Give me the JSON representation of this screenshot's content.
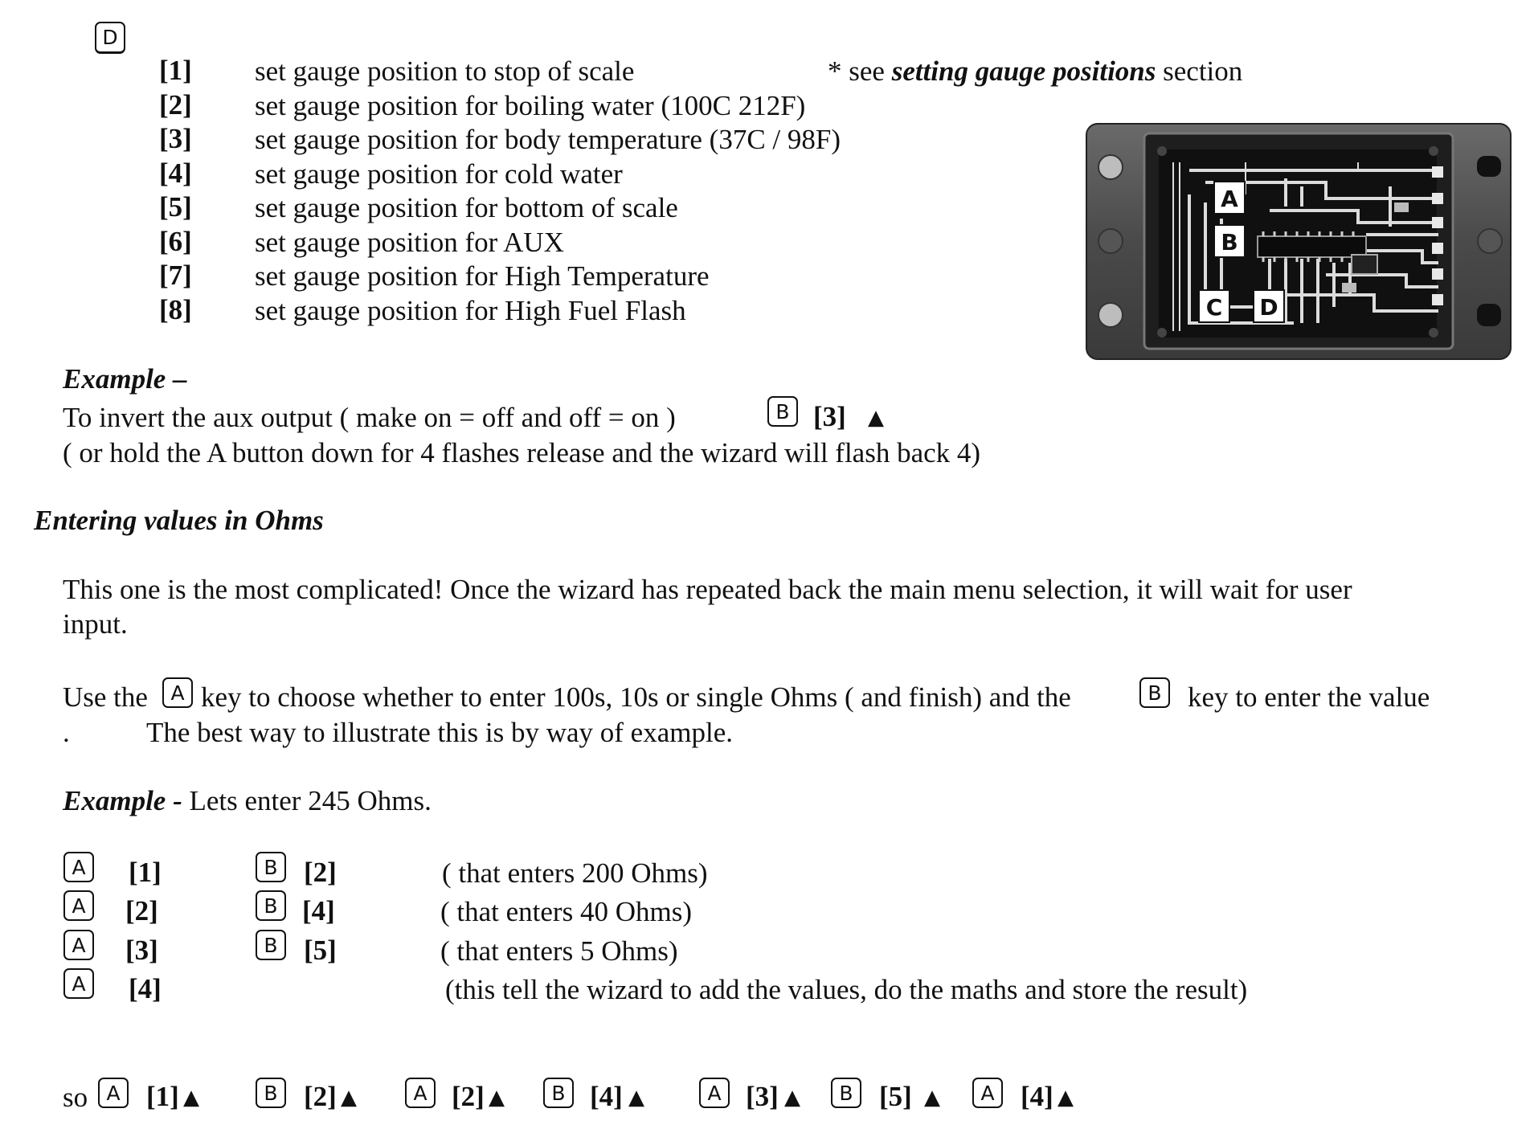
{
  "top_key": "D",
  "menu": [
    {
      "num": "[1]",
      "text": "set gauge position to stop of scale"
    },
    {
      "num": "[2]",
      "text": "set gauge position for  boiling water (100C  212F)"
    },
    {
      "num": "[3]",
      "text": "set gauge position for body temperature (37C / 98F)"
    },
    {
      "num": "[4]",
      "text": "set gauge position for cold water"
    },
    {
      "num": "[5]",
      "text": "set gauge position for bottom of scale"
    },
    {
      "num": "[6]",
      "text": "set gauge position for AUX"
    },
    {
      "num": "[7]",
      "text": "set gauge position for High Temperature"
    },
    {
      "num": "[8]",
      "text": "set gauge position for High Fuel Flash"
    }
  ],
  "note": {
    "star": "*",
    "pre": " see ",
    "em": "setting gauge positions",
    "post": " section"
  },
  "photo_labels": [
    "A",
    "B",
    "C",
    "D"
  ],
  "example1": {
    "title": "Example –",
    "line1": "To invert the aux output ( make on = off  and off = on )",
    "key": "B",
    "num": "[3]",
    "tri": "▲",
    "line2": "( or hold the A button down for 4 flashes release and the wizard will flash back 4)"
  },
  "ohms": {
    "heading": "Entering values in Ohms",
    "para1_line1": "This one is the most complicated! Once the wizard has repeated back the main menu selection, it will wait for user",
    "para1_line2": "input.",
    "para2_pre": "Use the",
    "key_a": "A",
    "para2_mid": "key to choose whether to enter 100s, 10s or single Ohms ( and finish)  and the",
    "key_b": "B",
    "para2_post": "key to enter the value",
    "para2_dot": ".",
    "para2_line2": "The best way to illustrate this is by way of example."
  },
  "example2": {
    "title": "Example -",
    "rest": " Lets enter 245 Ohms.",
    "rows": [
      {
        "akey": "A",
        "anum": "[1]",
        "bkey": "B",
        "bnum": "[2]",
        "desc": "( that enters 200 Ohms)"
      },
      {
        "akey": "A",
        "anum": "[2]",
        "bkey": "B",
        "bnum": "[4]",
        "desc": "( that enters 40 Ohms)"
      },
      {
        "akey": "A",
        "anum": "[3]",
        "bkey": "B",
        "bnum": "[5]",
        "desc": "( that enters 5 Ohms)"
      },
      {
        "akey": "A",
        "anum": "[4]",
        "desc": "(this tell the wizard to add the values, do the maths and store the result)"
      }
    ]
  },
  "sequence": {
    "prefix": "so",
    "steps": [
      {
        "key": "A",
        "num": "[1]",
        "tri": "▲"
      },
      {
        "key": "B",
        "num": "[2]",
        "tri": "▲"
      },
      {
        "key": "A",
        "num": "[2]",
        "tri": "▲"
      },
      {
        "key": "B",
        "num": "[4]",
        "tri": "▲"
      },
      {
        "key": "A",
        "num": "[3]",
        "tri": "▲"
      },
      {
        "key": "B",
        "num": "[5]",
        "tri": "▲"
      },
      {
        "key": "A",
        "num": "[4]",
        "tri": "▲"
      }
    ]
  }
}
